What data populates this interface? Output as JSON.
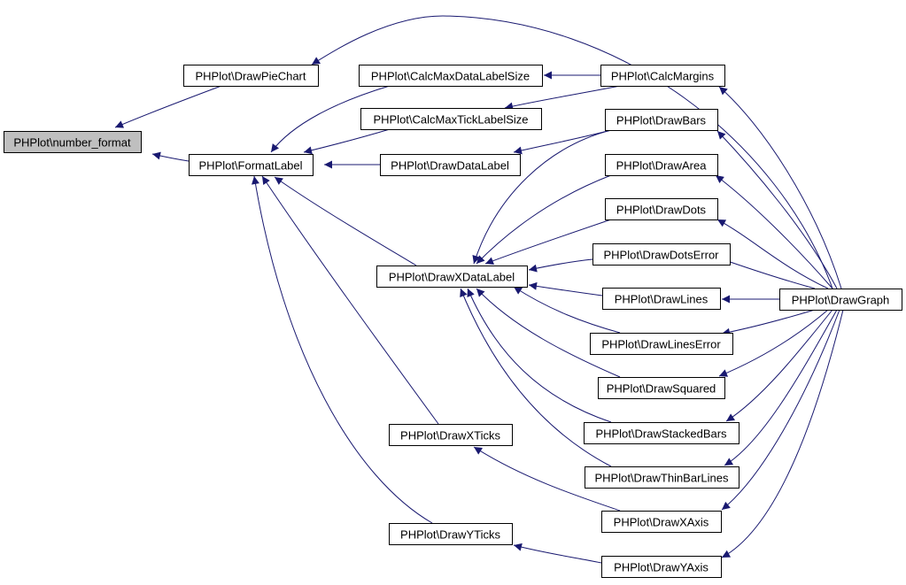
{
  "graph": {
    "edge_color": "#191970",
    "root_fill": "#bfbfbf",
    "nodes": [
      {
        "id": "number_format",
        "label": "PHPlot\\number_format"
      },
      {
        "id": "DrawPieChart",
        "label": "PHPlot\\DrawPieChart"
      },
      {
        "id": "FormatLabel",
        "label": "PHPlot\\FormatLabel"
      },
      {
        "id": "CalcMaxDataLabelSize",
        "label": "PHPlot\\CalcMaxDataLabelSize"
      },
      {
        "id": "CalcMaxTickLabelSize",
        "label": "PHPlot\\CalcMaxTickLabelSize"
      },
      {
        "id": "DrawDataLabel",
        "label": "PHPlot\\DrawDataLabel"
      },
      {
        "id": "DrawXDataLabel",
        "label": "PHPlot\\DrawXDataLabel"
      },
      {
        "id": "DrawXTicks",
        "label": "PHPlot\\DrawXTicks"
      },
      {
        "id": "DrawYTicks",
        "label": "PHPlot\\DrawYTicks"
      },
      {
        "id": "CalcMargins",
        "label": "PHPlot\\CalcMargins"
      },
      {
        "id": "DrawBars",
        "label": "PHPlot\\DrawBars"
      },
      {
        "id": "DrawArea",
        "label": "PHPlot\\DrawArea"
      },
      {
        "id": "DrawDots",
        "label": "PHPlot\\DrawDots"
      },
      {
        "id": "DrawDotsError",
        "label": "PHPlot\\DrawDotsError"
      },
      {
        "id": "DrawLines",
        "label": "PHPlot\\DrawLines"
      },
      {
        "id": "DrawLinesError",
        "label": "PHPlot\\DrawLinesError"
      },
      {
        "id": "DrawSquared",
        "label": "PHPlot\\DrawSquared"
      },
      {
        "id": "DrawStackedBars",
        "label": "PHPlot\\DrawStackedBars"
      },
      {
        "id": "DrawThinBarLines",
        "label": "PHPlot\\DrawThinBarLines"
      },
      {
        "id": "DrawXAxis",
        "label": "PHPlot\\DrawXAxis"
      },
      {
        "id": "DrawYAxis",
        "label": "PHPlot\\DrawYAxis"
      },
      {
        "id": "DrawGraph",
        "label": "PHPlot\\DrawGraph"
      }
    ],
    "edges": [
      {
        "from": "DrawPieChart",
        "to": "number_format"
      },
      {
        "from": "FormatLabel",
        "to": "number_format"
      },
      {
        "from": "DrawGraph",
        "to": "DrawPieChart"
      },
      {
        "from": "CalcMaxDataLabelSize",
        "to": "FormatLabel"
      },
      {
        "from": "CalcMaxTickLabelSize",
        "to": "FormatLabel"
      },
      {
        "from": "DrawDataLabel",
        "to": "FormatLabel"
      },
      {
        "from": "DrawXDataLabel",
        "to": "FormatLabel"
      },
      {
        "from": "DrawXTicks",
        "to": "FormatLabel"
      },
      {
        "from": "DrawYTicks",
        "to": "FormatLabel"
      },
      {
        "from": "CalcMargins",
        "to": "CalcMaxDataLabelSize"
      },
      {
        "from": "CalcMargins",
        "to": "CalcMaxTickLabelSize"
      },
      {
        "from": "DrawBars",
        "to": "DrawDataLabel"
      },
      {
        "from": "DrawBars",
        "to": "DrawXDataLabel"
      },
      {
        "from": "DrawArea",
        "to": "DrawXDataLabel"
      },
      {
        "from": "DrawDots",
        "to": "DrawXDataLabel"
      },
      {
        "from": "DrawDotsError",
        "to": "DrawXDataLabel"
      },
      {
        "from": "DrawLines",
        "to": "DrawXDataLabel"
      },
      {
        "from": "DrawLinesError",
        "to": "DrawXDataLabel"
      },
      {
        "from": "DrawSquared",
        "to": "DrawXDataLabel"
      },
      {
        "from": "DrawStackedBars",
        "to": "DrawXDataLabel"
      },
      {
        "from": "DrawThinBarLines",
        "to": "DrawXDataLabel"
      },
      {
        "from": "DrawXAxis",
        "to": "DrawXTicks"
      },
      {
        "from": "DrawYAxis",
        "to": "DrawYTicks"
      },
      {
        "from": "DrawGraph",
        "to": "CalcMargins"
      },
      {
        "from": "DrawGraph",
        "to": "DrawBars"
      },
      {
        "from": "DrawGraph",
        "to": "DrawArea"
      },
      {
        "from": "DrawGraph",
        "to": "DrawDots"
      },
      {
        "from": "DrawGraph",
        "to": "DrawDotsError"
      },
      {
        "from": "DrawGraph",
        "to": "DrawLines"
      },
      {
        "from": "DrawGraph",
        "to": "DrawLinesError"
      },
      {
        "from": "DrawGraph",
        "to": "DrawSquared"
      },
      {
        "from": "DrawGraph",
        "to": "DrawStackedBars"
      },
      {
        "from": "DrawGraph",
        "to": "DrawThinBarLines"
      },
      {
        "from": "DrawGraph",
        "to": "DrawXAxis"
      },
      {
        "from": "DrawGraph",
        "to": "DrawYAxis"
      }
    ]
  }
}
